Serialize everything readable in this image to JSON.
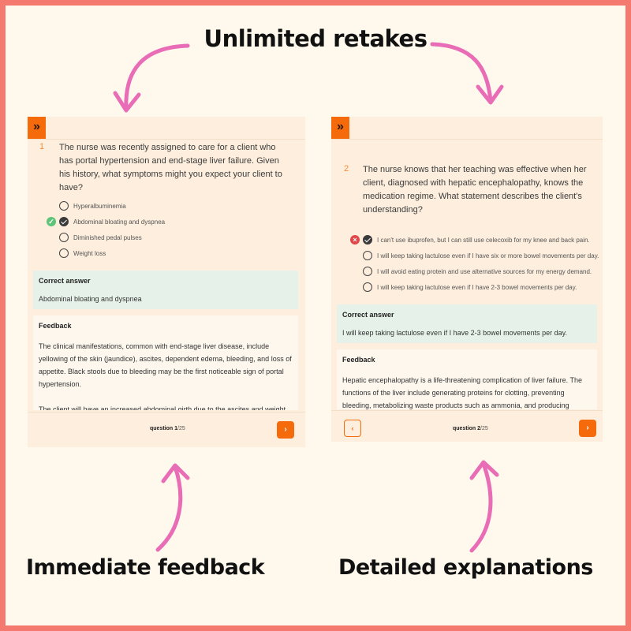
{
  "captions": {
    "top": "Unlimited retakes",
    "bottom_left": "Immediate feedback",
    "bottom_right": "Detailed explanations"
  },
  "colors": {
    "accent": "#f56a0b",
    "arrow": "#e96cb6",
    "border": "#f47a70",
    "correct": "#5ec47a",
    "wrong": "#e0484a"
  },
  "cards": [
    {
      "menu_icon": "»",
      "number": "1",
      "question": "The nurse was recently assigned to care for a client who has portal hypertension and end-stage liver failure. Given his history, what symptoms might you expect your client to have?",
      "options": [
        {
          "label": "Hyperalbuminemia",
          "selected": false
        },
        {
          "label": "Abdominal bloating and dyspnea",
          "selected": true
        },
        {
          "label": "Diminished pedal pulses",
          "selected": false
        },
        {
          "label": "Weight loss",
          "selected": false
        }
      ],
      "status_icon": "✓",
      "correct_title": "Correct answer",
      "correct_answer": "Abdominal bloating and dyspnea",
      "feedback_title": "Feedback",
      "feedback": [
        "The clinical manifestations, common with end-stage liver disease, include yellowing of the skin (jaundice), ascites, dependent edema, bleeding, and loss of appetite. Black stools due to bleeding may be the first noticeable sign of portal hypertension.",
        "The client will have an increased abdominal girth due to the ascites and weight"
      ],
      "counter_label": "question",
      "counter_current": "1",
      "counter_total": "/25",
      "next_icon": "›"
    },
    {
      "menu_icon": "»",
      "number": "2",
      "question": "The nurse knows that her teaching was effective when her client, diagnosed with hepatic encephalopathy, knows the medication regime. What statement describes the client's understanding?",
      "options": [
        {
          "label": "I can't use ibuprofen, but I can still use celecoxib for my knee and back pain.",
          "selected": true
        },
        {
          "label": "I will keep taking lactulose even if I have six or more bowel movements per day.",
          "selected": false
        },
        {
          "label": "I will avoid eating protein and use alternative sources for my energy demand.",
          "selected": false
        },
        {
          "label": "I will keep taking lactulose even if I have 2-3 bowel movements per day.",
          "selected": false
        }
      ],
      "status_icon": "×",
      "correct_title": "Correct answer",
      "correct_answer": "I will keep taking lactulose even if I have 2-3 bowel movements per day.",
      "feedback_title": "Feedback",
      "feedback": [
        "Hepatic encephalopathy is a life-threatening complication of liver failure. The functions of the liver include generating proteins for clotting, preventing bleeding, metabolizing waste products such as ammonia, and producing"
      ],
      "counter_label": "question",
      "counter_current": "2",
      "counter_total": "/25",
      "prev_icon": "‹",
      "next_icon": "›"
    }
  ]
}
